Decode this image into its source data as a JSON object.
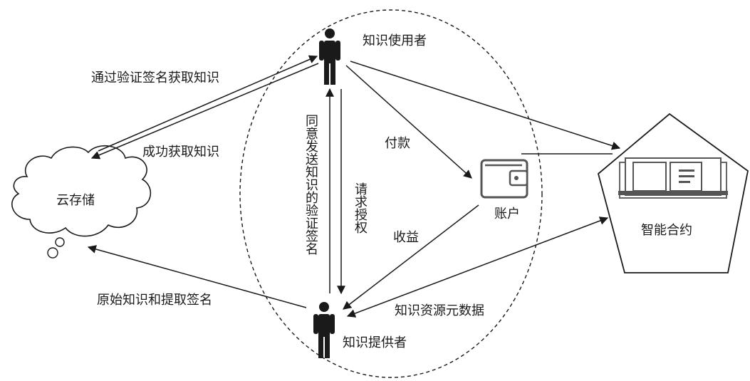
{
  "nodes": {
    "user": "知识使用者",
    "provider": "知识提供者",
    "cloud": "云存储",
    "account": "账户",
    "contract": "智能合约"
  },
  "edges": {
    "get_by_signature": "通过验证签名获取知识",
    "success_get": "成功获取知识",
    "pay": "付款",
    "request_auth": "请求授权",
    "agree_send_signature": "同意发送知识的验证签名",
    "income": "收益",
    "original_and_signature": "原始知识和提取签名",
    "metadata": "知识资源元数据"
  },
  "colors": {
    "stroke": "#1a1a1a",
    "icon": "#1a1a1a",
    "wallet": "#555555"
  }
}
